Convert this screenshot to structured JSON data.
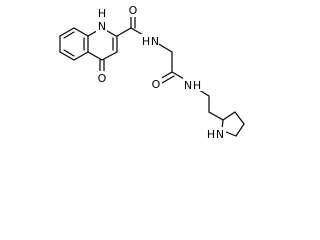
{
  "molecule": {
    "atoms": {
      "o_ketone": "O",
      "n_ring": "N",
      "h_ring": "H",
      "o_amide1": "O",
      "n_amide1": "N",
      "h_amide1": "H",
      "o_amide2": "O",
      "n_amide2": "N",
      "h_amide2": "H",
      "n_pyrrolidine": "N",
      "h_pyrrolidine": "H"
    }
  },
  "colors": {
    "bond": "#000000",
    "label": "#000000",
    "background": "#ffffff"
  }
}
